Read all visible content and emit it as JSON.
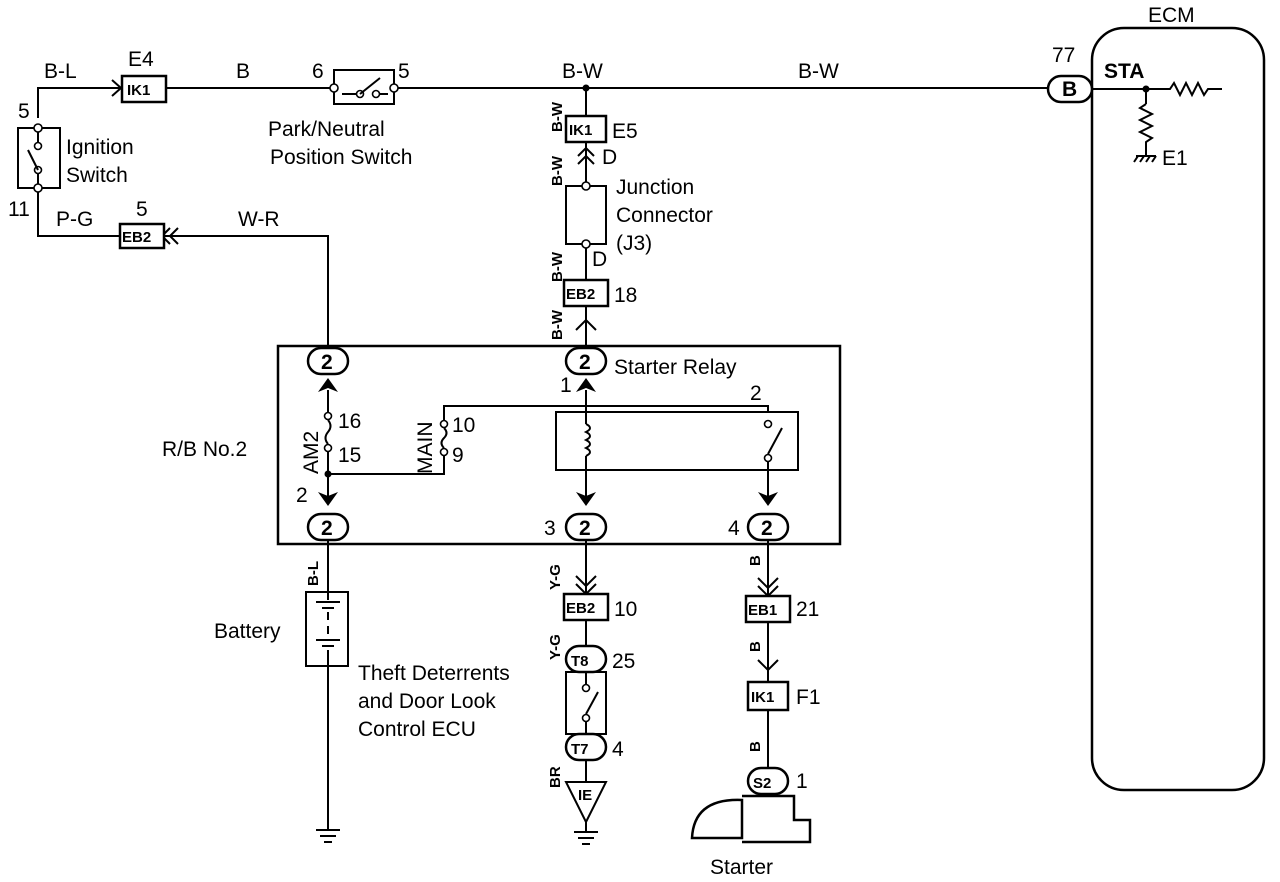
{
  "ecm": {
    "title": "ECM",
    "pin_number": "77",
    "pin_connector": "B",
    "sta_label": "STA",
    "e1_label": "E1"
  },
  "wires": {
    "bl_top": "B-L",
    "b_top": "B",
    "bw_top_left": "B-W",
    "bw_top_right": "B-W",
    "bw_v1": "B-W",
    "bw_v2": "B-W",
    "bw_v3": "B-W",
    "bw_v4": "B-W",
    "pg": "P-G",
    "wr": "W-R",
    "bl_battery": "B-L",
    "yg_1": "Y-G",
    "yg_2": "Y-G",
    "br": "BR",
    "b_1": "B",
    "b_2": "B",
    "b_3": "B"
  },
  "connectors": {
    "e4_label": "E4",
    "ik1_e4": "IK1",
    "ik1_e5": "IK1",
    "e5_label": "E5",
    "eb2_5": "EB2",
    "eb2_5_pin": "5",
    "eb2_18": "EB2",
    "eb2_18_pin": "18",
    "eb2_10": "EB2",
    "eb2_10_pin": "10",
    "t8": "T8",
    "t8_pin": "25",
    "t7": "T7",
    "t7_pin": "4",
    "ie": "IE",
    "eb1": "EB1",
    "eb1_pin": "21",
    "ik1_f1": "IK1",
    "f1_label": "F1",
    "s2": "S2",
    "s2_pin": "1",
    "d_upper": "D",
    "d_lower": "D"
  },
  "ignition": {
    "label_line1": "Ignition",
    "label_line2": "Switch",
    "pin_top": "5",
    "pin_bottom": "11"
  },
  "pn_switch": {
    "label_line1": "Park/Neutral",
    "label_line2": "Position Switch",
    "pin_left": "6",
    "pin_right": "5"
  },
  "junction": {
    "label_line1": "Junction",
    "label_line2": "Connector",
    "label_line3": "(J3)"
  },
  "rb2": {
    "label": "R/B No.2",
    "am2": "AM2",
    "main": "MAIN",
    "pin_16": "16",
    "pin_15": "15",
    "pin_10": "10",
    "pin_9": "9",
    "conn": "2",
    "pin_2": "2",
    "pin_1": "1",
    "pin_3": "3",
    "pin_4": "4",
    "relay_pin_2": "2",
    "starter_relay": "Starter Relay"
  },
  "battery": {
    "label": "Battery"
  },
  "theft_ecu": {
    "line1": "Theft Deterrents",
    "line2": "and Door Look",
    "line3": "Control ECU"
  },
  "starter": {
    "label": "Starter"
  }
}
